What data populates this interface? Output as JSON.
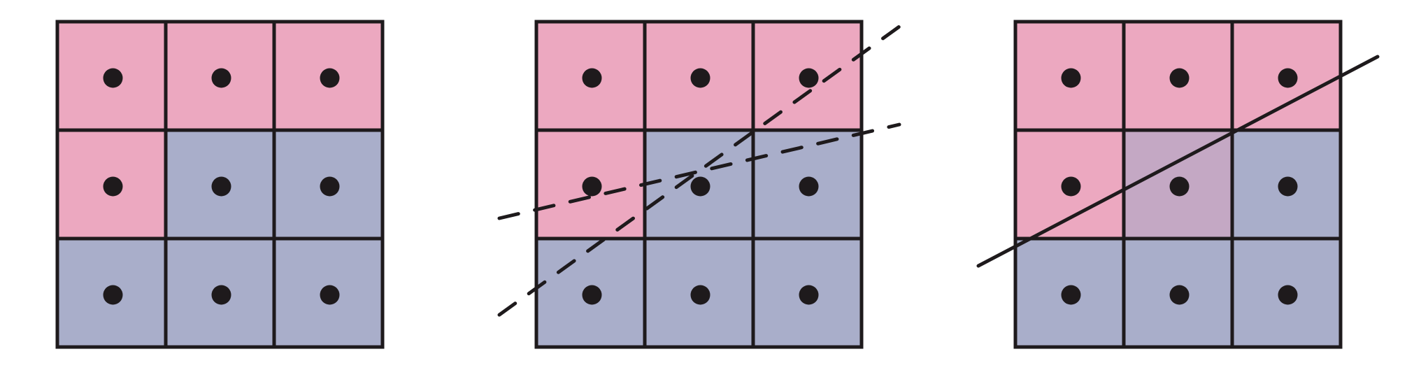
{
  "colors": {
    "inside": "#eca8c0",
    "outside": "#a9aeca",
    "mixed": "#c4a8c4",
    "stroke": "#1e1a1c",
    "background": "#ffffff"
  },
  "panels": [
    {
      "id": "panel-1",
      "grid": [
        [
          "inside",
          "inside",
          "inside"
        ],
        [
          "inside",
          "outside",
          "outside"
        ],
        [
          "outside",
          "outside",
          "outside"
        ]
      ],
      "edges": []
    },
    {
      "id": "panel-2",
      "grid": [
        [
          "inside",
          "inside",
          "inside"
        ],
        [
          "inside",
          "outside",
          "outside"
        ],
        [
          "outside",
          "outside",
          "outside"
        ]
      ],
      "edges": [
        {
          "style": "dashed",
          "direction": "steep"
        },
        {
          "style": "dashed",
          "direction": "shallow"
        }
      ]
    },
    {
      "id": "panel-3",
      "grid": [
        [
          "inside",
          "inside",
          "inside"
        ],
        [
          "inside",
          "mixed",
          "outside"
        ],
        [
          "outside",
          "outside",
          "outside"
        ]
      ],
      "edges": [
        {
          "style": "solid",
          "direction": "diagonal"
        }
      ]
    }
  ]
}
